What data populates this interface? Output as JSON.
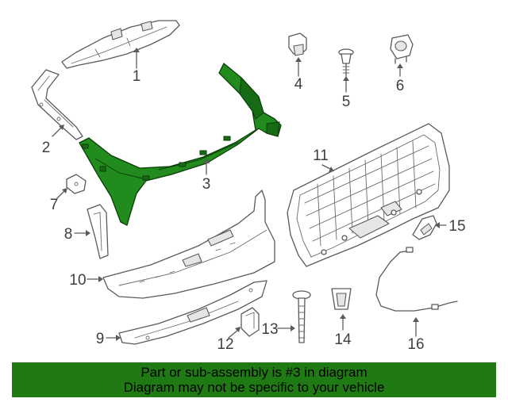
{
  "diagram": {
    "highlighted_part": "3",
    "highlight_color": "#228b1e",
    "callouts": [
      "1",
      "2",
      "3",
      "4",
      "5",
      "6",
      "7",
      "8",
      "9",
      "10",
      "11",
      "12",
      "13",
      "14",
      "15",
      "16"
    ]
  },
  "banner": {
    "background_color": "#1f7a13",
    "line1": "Part or sub-assembly is #3 in diagram",
    "line2": "Diagram may not be specific to your vehicle"
  }
}
